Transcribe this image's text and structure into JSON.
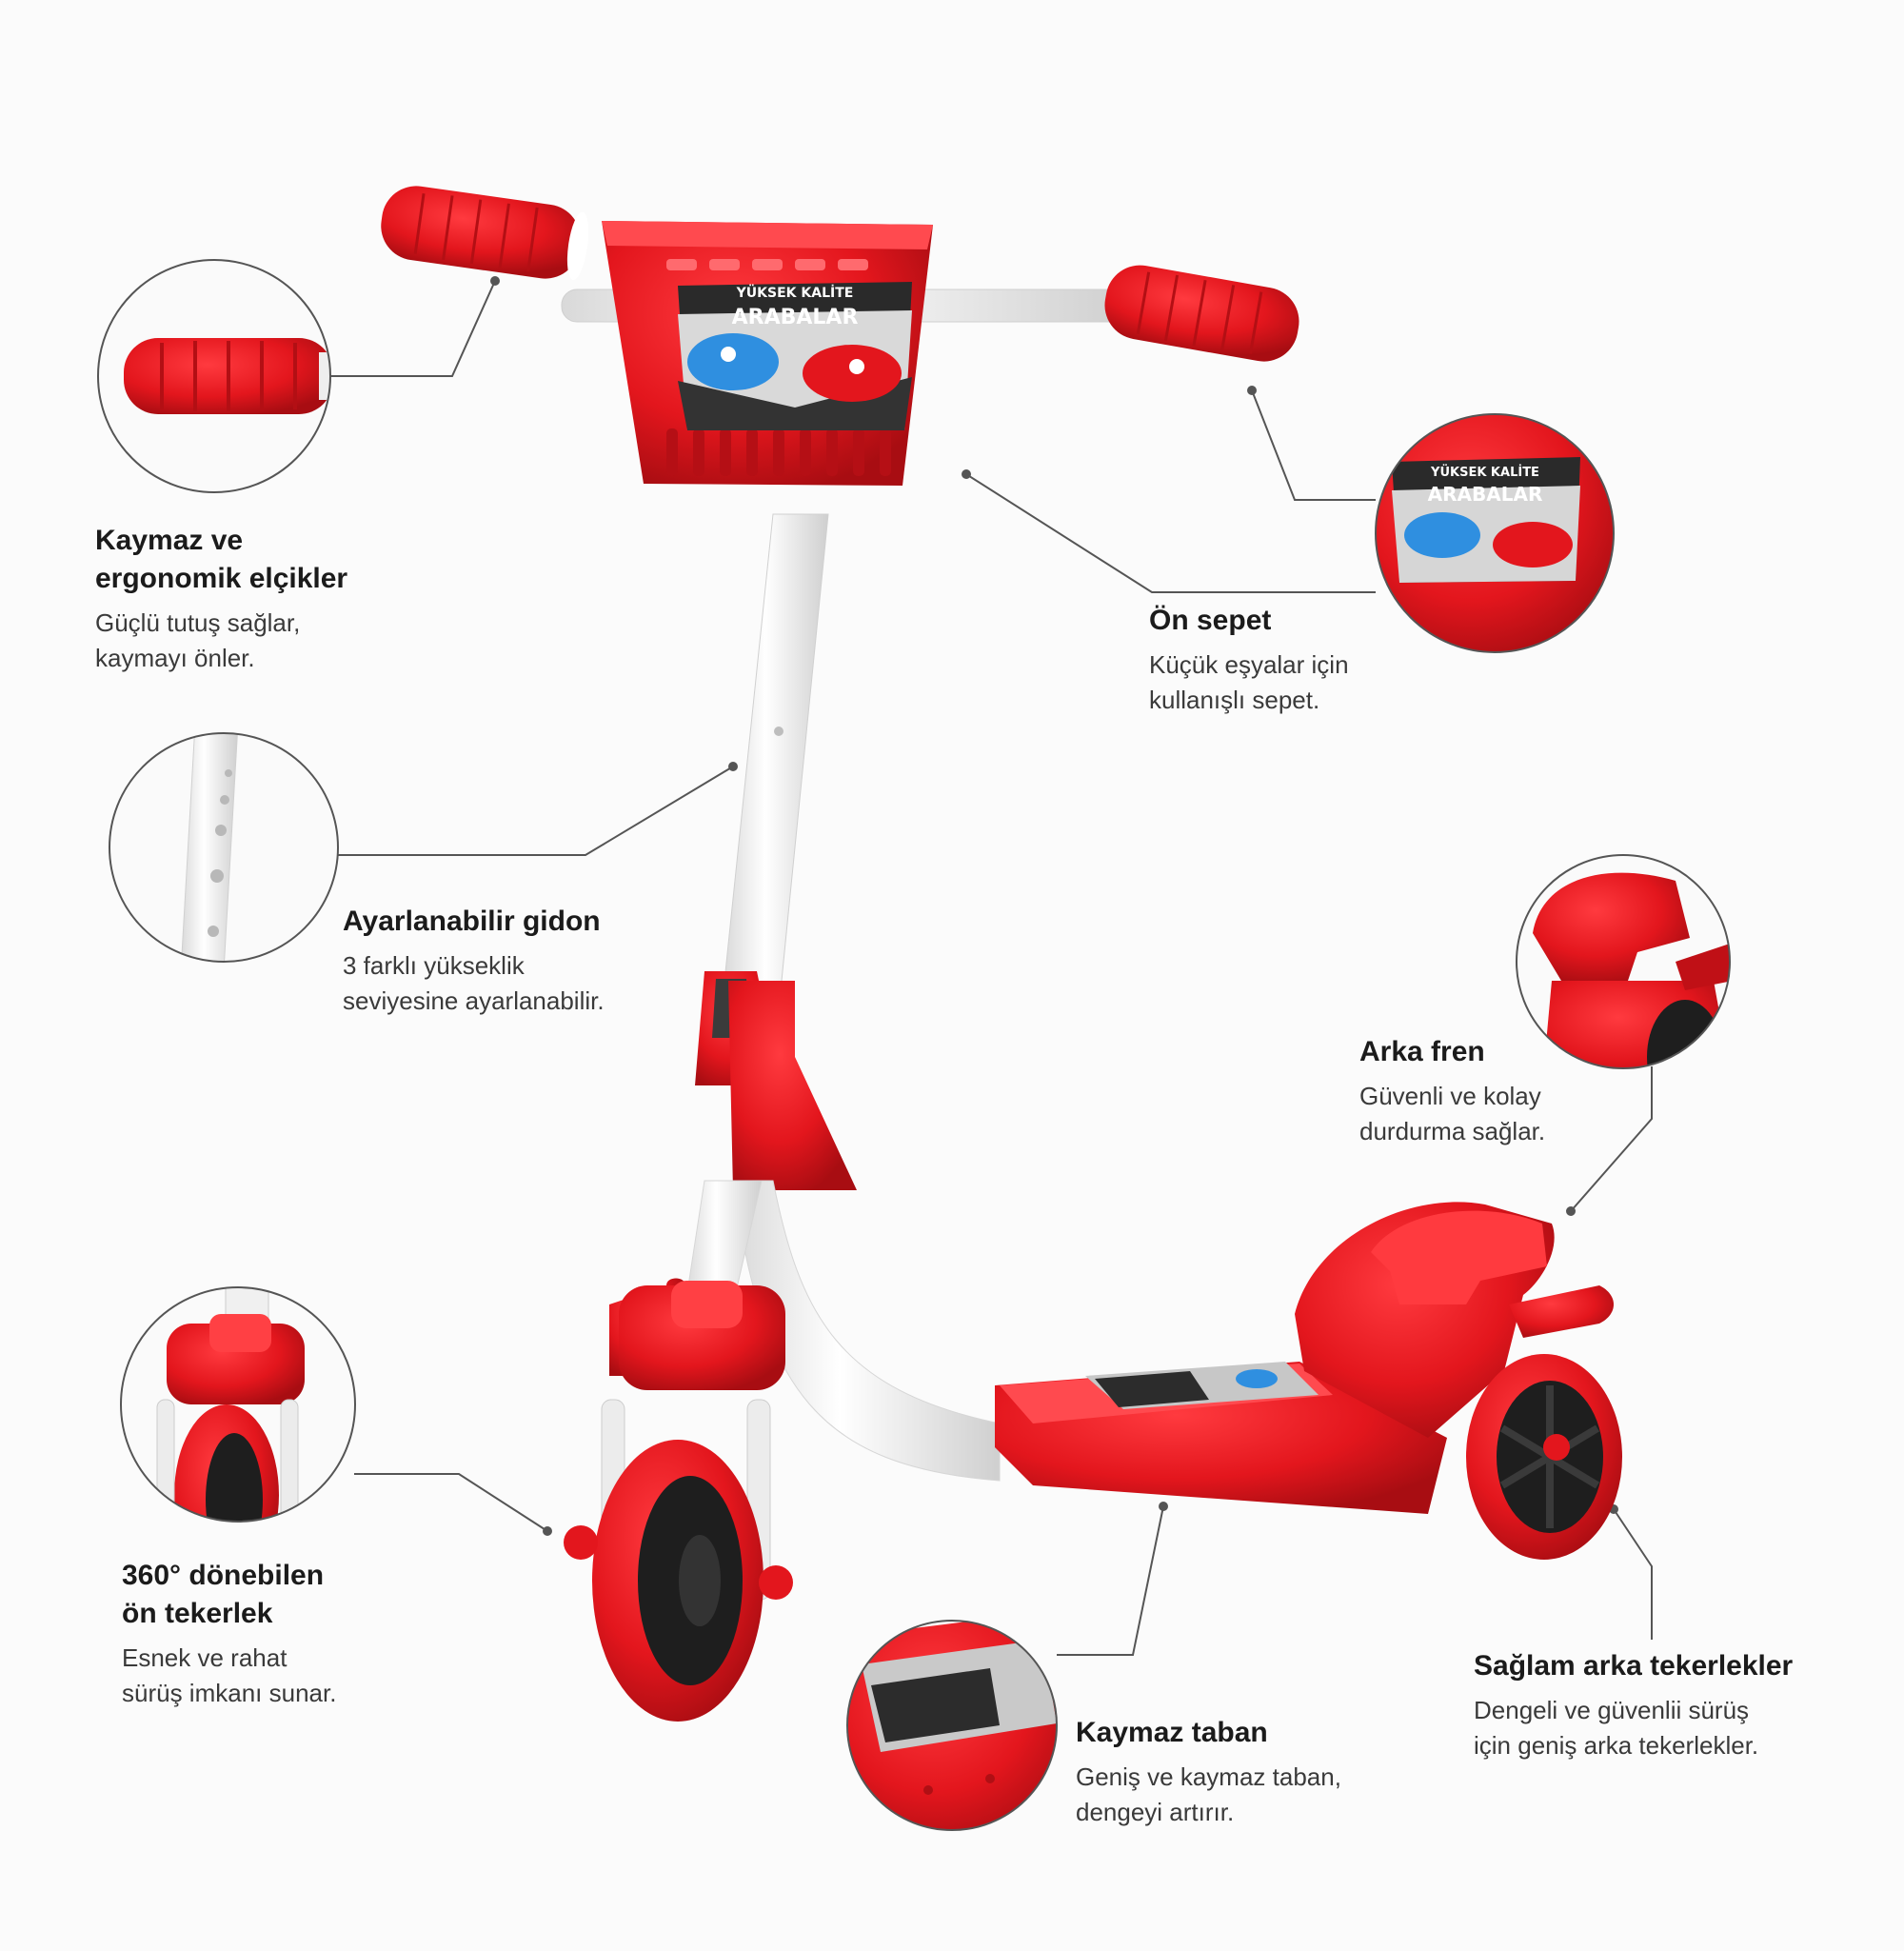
{
  "features": {
    "grips": {
      "title": "Kaymaz ve\nergonomik elçikler",
      "desc": "Güçlü tutuş sağlar,\nkaymayı önler."
    },
    "basket": {
      "title": "Ön sepet",
      "desc": "Küçük eşyalar için\nkullanışlı sepet."
    },
    "handlebar": {
      "title": "Ayarlanabilir gidon",
      "desc": "3 farklı yükseklik\nseviyesine ayarlanabilir."
    },
    "brake": {
      "title": "Arka fren",
      "desc": "Güvenli ve kolay\ndurdurma sağlar."
    },
    "frontwheel": {
      "title": "360° dönebilen\nön tekerlek",
      "desc": "Esnek ve rahat\nsürüş imkanı sunar."
    },
    "deck": {
      "title": "Kaymaz taban",
      "desc": "Geniş ve kaymaz taban,\ndengeyi artırır."
    },
    "rearwheels": {
      "title": "Sağlam arka tekerlekler",
      "desc": "Dengeli ve güvenlii sürüş\niçin geniş arka tekerlekler."
    }
  },
  "sticker": {
    "line1": "YÜKSEK KALİTE",
    "line2": "ARABALAR"
  },
  "colors": {
    "accent": "#e3161d",
    "accent_dark": "#a80d12",
    "frame": "#ffffff",
    "leader": "#555555"
  }
}
